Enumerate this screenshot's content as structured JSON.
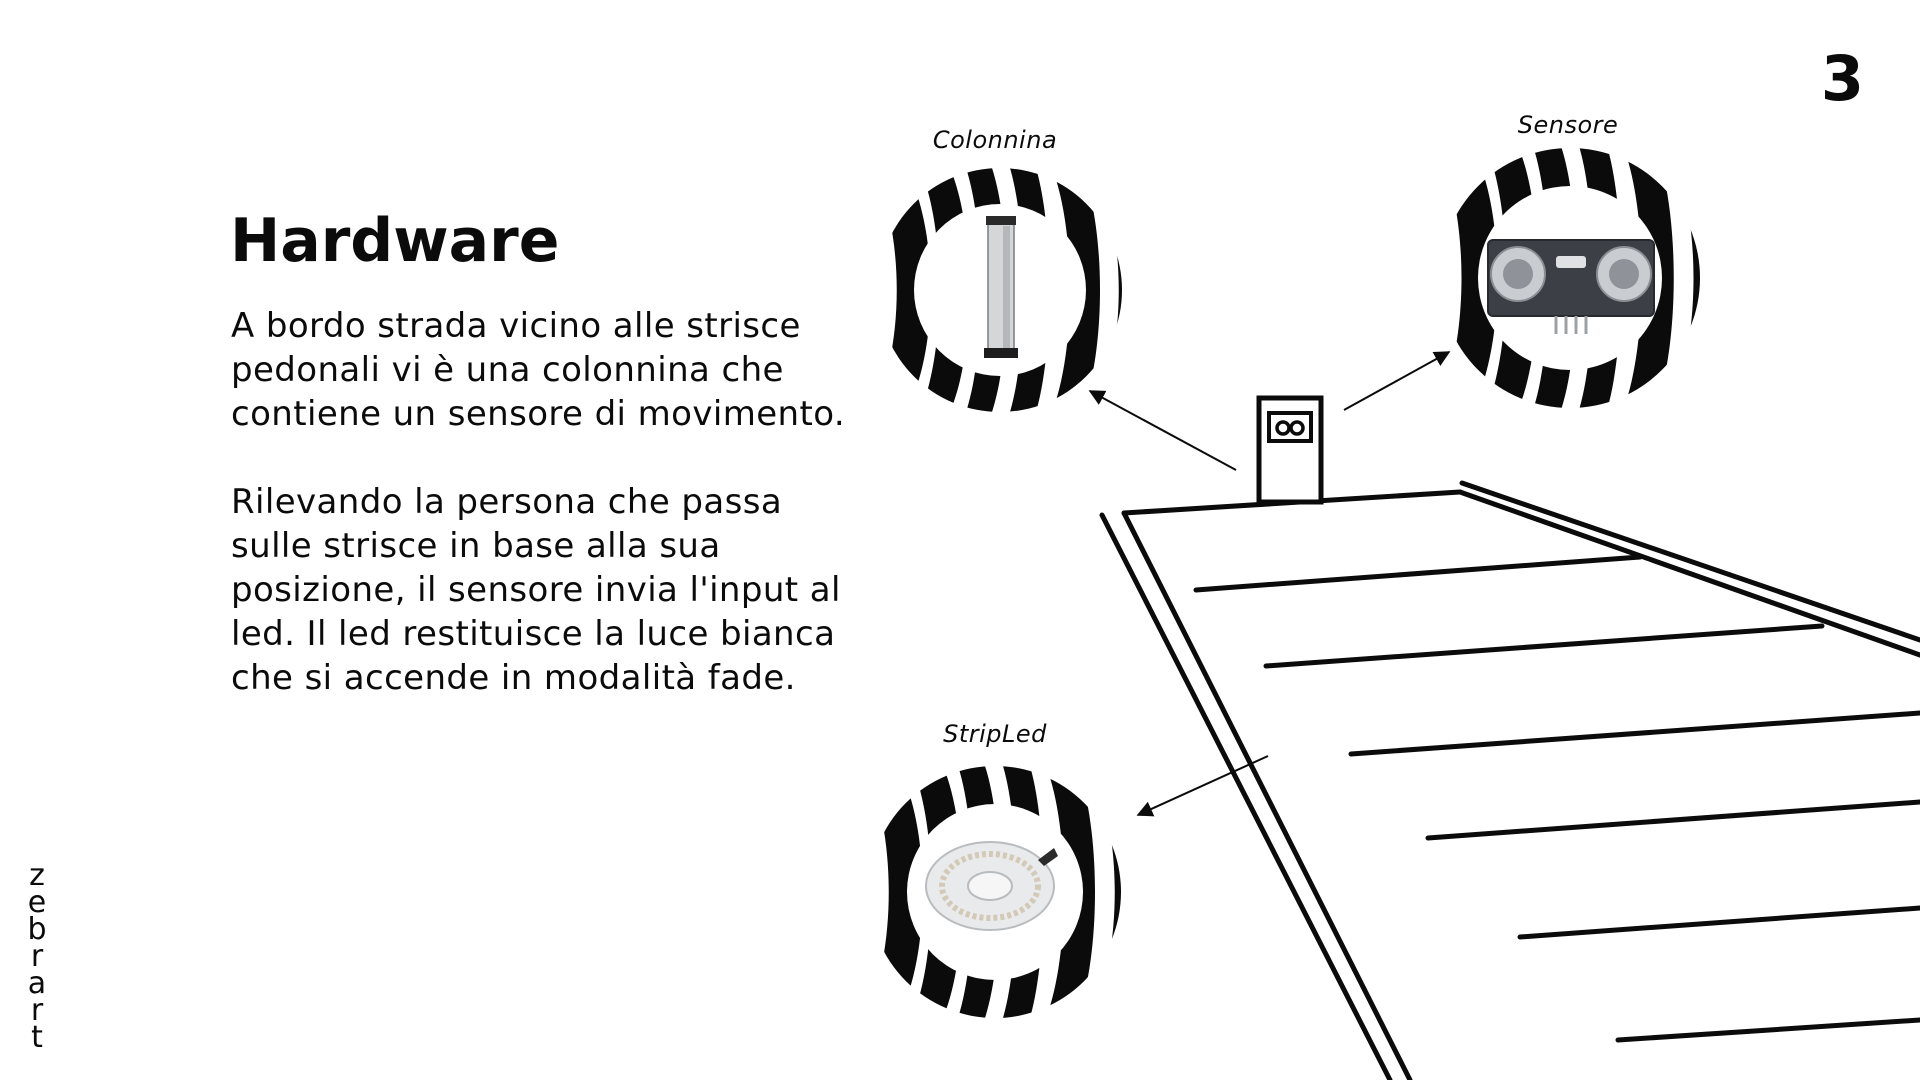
{
  "page_number": "3",
  "title": "Hardware",
  "paragraphs": [
    "A bordo strada vicino alle strisce pedonali vi è una colonnina che contiene un sensore di movimento.",
    "Rilevando la persona che passa sulle strisce in base alla sua posizione, il sensore invia l'input al led. Il led restituisce la luce bianca che si accende in modalità fade."
  ],
  "brand": "zebrart",
  "components": {
    "colonnina": "Colonnina",
    "sensore": "Sensore",
    "stripled": "StripLed"
  },
  "colors": {
    "ink": "#0b0b0b",
    "background": "#ffffff"
  }
}
